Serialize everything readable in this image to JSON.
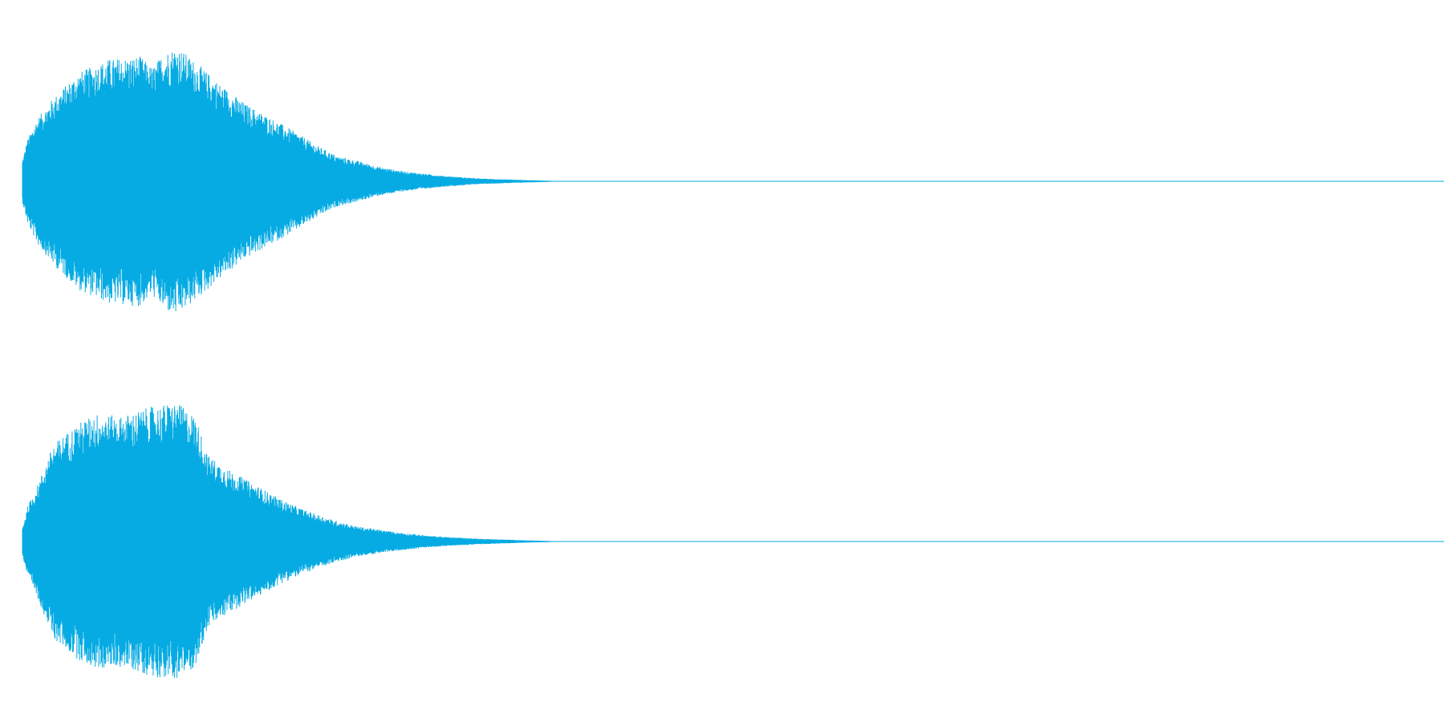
{
  "waveform": {
    "color": "#06abe3",
    "background": "#ffffff",
    "channels": [
      {
        "name": "",
        "peak": 0.97,
        "attack": 0.02,
        "decay_end": 0.43,
        "envelope": [
          [
            0.0,
            0.15
          ],
          [
            0.004,
            0.3
          ],
          [
            0.012,
            0.45
          ],
          [
            0.025,
            0.6
          ],
          [
            0.045,
            0.78
          ],
          [
            0.07,
            0.88
          ],
          [
            0.095,
            0.9
          ],
          [
            0.105,
            0.82
          ],
          [
            0.115,
            0.93
          ],
          [
            0.125,
            0.97
          ],
          [
            0.14,
            0.86
          ],
          [
            0.16,
            0.7
          ],
          [
            0.18,
            0.56
          ],
          [
            0.2,
            0.46
          ],
          [
            0.22,
            0.36
          ],
          [
            0.24,
            0.25
          ],
          [
            0.255,
            0.18
          ],
          [
            0.27,
            0.15
          ],
          [
            0.29,
            0.1
          ],
          [
            0.31,
            0.07
          ],
          [
            0.34,
            0.04
          ],
          [
            0.37,
            0.02
          ],
          [
            0.41,
            0.008
          ],
          [
            0.43,
            0.003
          ],
          [
            1.0,
            0.0
          ]
        ]
      },
      {
        "name": "",
        "peak": 1.0,
        "attack": 0.02,
        "decay_end": 0.43,
        "envelope": [
          [
            0.0,
            0.1
          ],
          [
            0.004,
            0.25
          ],
          [
            0.012,
            0.4
          ],
          [
            0.025,
            0.7
          ],
          [
            0.045,
            0.85
          ],
          [
            0.06,
            0.92
          ],
          [
            0.08,
            0.9
          ],
          [
            0.105,
            0.97
          ],
          [
            0.125,
            1.0
          ],
          [
            0.14,
            0.9
          ],
          [
            0.15,
            0.62
          ],
          [
            0.17,
            0.5
          ],
          [
            0.19,
            0.4
          ],
          [
            0.21,
            0.3
          ],
          [
            0.23,
            0.22
          ],
          [
            0.25,
            0.16
          ],
          [
            0.27,
            0.11
          ],
          [
            0.3,
            0.07
          ],
          [
            0.33,
            0.04
          ],
          [
            0.37,
            0.02
          ],
          [
            0.41,
            0.008
          ],
          [
            0.43,
            0.003
          ],
          [
            1.0,
            0.0
          ]
        ]
      }
    ]
  }
}
